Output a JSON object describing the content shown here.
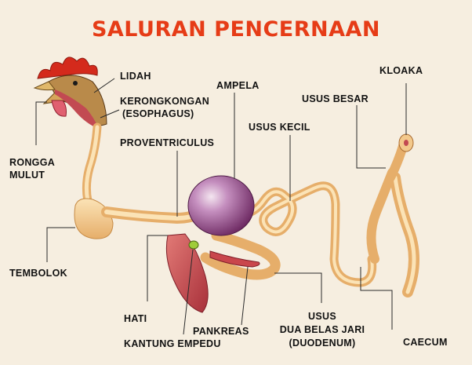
{
  "title": "SALURAN PENCERNAAN",
  "labels": {
    "lidah": "LIDAH",
    "ampela": "AMPELA",
    "kloaka": "KLOAKA",
    "kerongkongan": "KERONGKONGAN",
    "esophagus": "(ESOPHAGUS)",
    "usus_besar": "USUS BESAR",
    "usus_kecil": "USUS KECIL",
    "proventriculus": "PROVENTRICULUS",
    "rongga": "RONGGA",
    "mulut": "MULUT",
    "tembolok": "TEMBOLOK",
    "hati": "HATI",
    "pankreas": "PANKREAS",
    "kantung_empedu": "KANTUNG EMPEDU",
    "usus": "USUS",
    "dua_belas_jari": "DUA BELAS JARI",
    "duodenum": "(DUODENUM)",
    "caecum": "CAECUM"
  },
  "colors": {
    "title": "#e63c17",
    "background": "#f6eee0",
    "tract": "#f3c98c",
    "organ_red": "#c9464c",
    "gizzard": "#9a4a8a",
    "comb": "#d42a1c"
  }
}
